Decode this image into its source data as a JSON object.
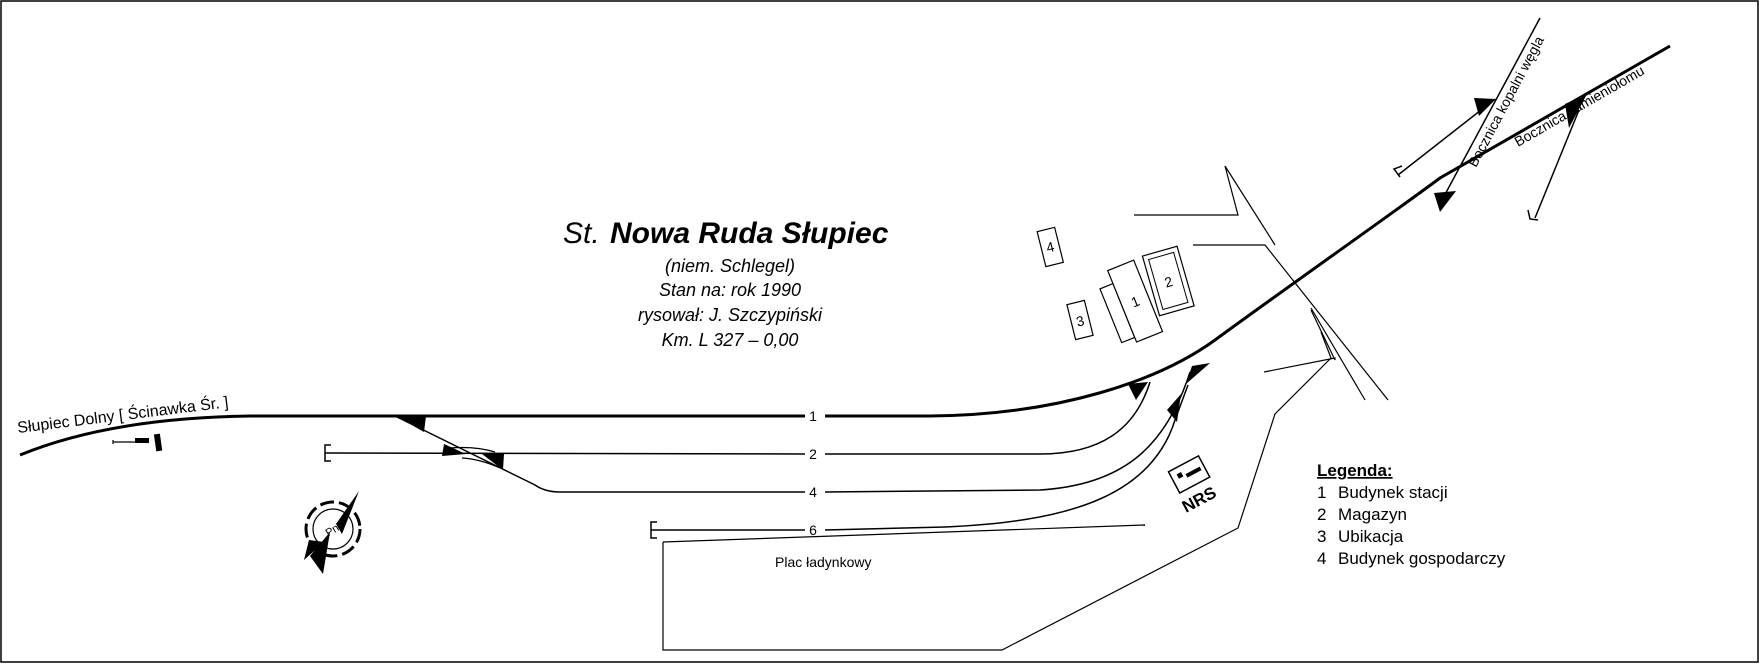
{
  "title": {
    "prefix": "St.",
    "name": "Nowa Ruda Słupiec",
    "lines": [
      "(niem. Schlegel)",
      "Stan na: rok 1990",
      "rysował: J. Szczypiński",
      "Km. L 327 – 0,00"
    ]
  },
  "direction_label": "Słupiec Dolny [ Ścinawka Śr. ]",
  "sidings": {
    "coal_mine": "Bocznica kopalni węgla",
    "quarry": "Bocznica kamieniołomu"
  },
  "tracks": [
    "1",
    "2",
    "4",
    "6"
  ],
  "yard_label": "Plac ładynkowy",
  "nrs_label": "NRS",
  "compass_label": "Pn",
  "buildings": [
    "1",
    "2",
    "3",
    "4"
  ],
  "legend": {
    "title": "Legenda:",
    "items": [
      {
        "num": "1",
        "label": "Budynek stacji"
      },
      {
        "num": "2",
        "label": "Magazyn"
      },
      {
        "num": "3",
        "label": "Ubikacja"
      },
      {
        "num": "4",
        "label": "Budynek gospodarczy"
      }
    ]
  }
}
